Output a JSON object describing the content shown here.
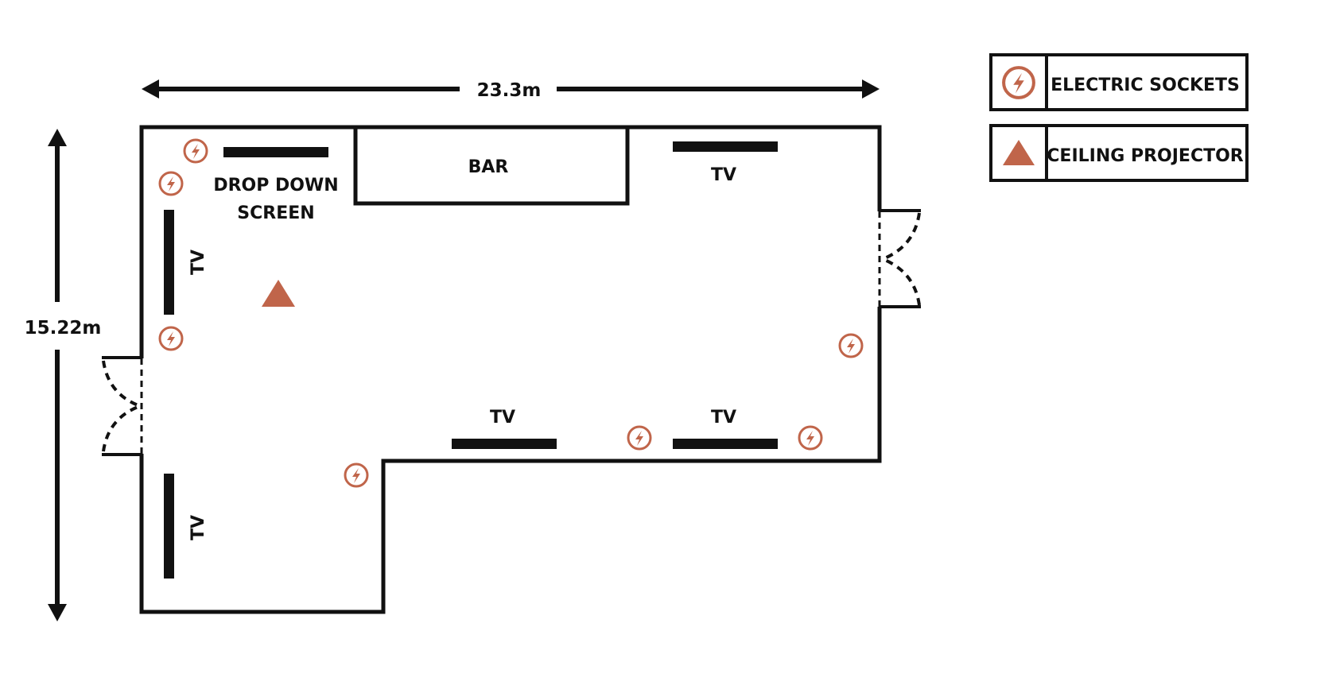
{
  "colors": {
    "ink": "#111111",
    "accent": "#c0654a",
    "background": "#ffffff"
  },
  "dimensions": {
    "width_label": "23.3m",
    "height_label": "15.22m"
  },
  "labels": {
    "bar": "BAR",
    "screen_line1": "DROP DOWN",
    "screen_line2": "SCREEN",
    "tv": "TV"
  },
  "legend": {
    "sockets_label": "ELECTRIC SOCKETS",
    "projector_label": "CEILING PROJECTOR",
    "sockets_icon": "electric-socket-icon",
    "projector_icon": "triangle-icon"
  }
}
